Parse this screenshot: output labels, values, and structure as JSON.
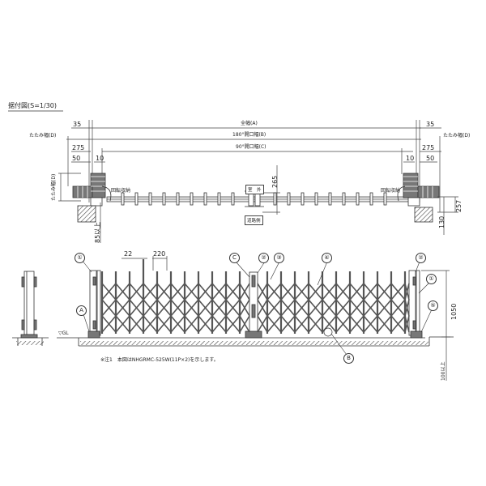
{
  "drawing": {
    "title": "据付図(S=1/30)",
    "note": "※注1　本図はNHGRMC-525W(11P×2)を示します。"
  },
  "plan_view": {
    "dims_top": {
      "full_width": "全幅(A)",
      "opening_180": "180°開口幅(B)",
      "opening_90": "90°開口幅(C)",
      "fold_width_left": "たたみ幅(D)",
      "fold_width_right": "たたみ幅(D)",
      "fold_width_vertical": "たたみ幅(D)"
    },
    "dims_left": {
      "d35": "35",
      "d275": "275",
      "d50": "50",
      "d10": "10",
      "d85": "85以上"
    },
    "dims_right": {
      "d35": "35",
      "d275": "275",
      "d50": "50",
      "d10": "10",
      "d257": "257",
      "d130": "130"
    },
    "center": {
      "d265": "265",
      "box_top": "室　外",
      "box_bottom": "道路側"
    },
    "labels": {
      "swing_left": "回転収納",
      "swing_right": "回転収納"
    }
  },
  "elevation_view": {
    "dims": {
      "d22": "22",
      "d220": "220",
      "d1050": "1050",
      "d100": "100以上",
      "gl": "▽GL"
    },
    "callouts": [
      {
        "id": "1",
        "label": "①"
      },
      {
        "id": "2",
        "label": "②"
      },
      {
        "id": "3",
        "label": "③"
      },
      {
        "id": "4",
        "label": "④"
      },
      {
        "id": "5",
        "label": "⑤"
      },
      {
        "id": "A",
        "label": "A"
      },
      {
        "id": "B",
        "label": "B"
      },
      {
        "id": "C",
        "label": "C"
      },
      {
        "id": "1r",
        "label": "①"
      },
      {
        "id": "2r",
        "label": "②"
      },
      {
        "id": "2c",
        "label": "②"
      }
    ]
  },
  "colors": {
    "line": "#333333",
    "hatch": "#555555",
    "background": "#ffffff"
  }
}
